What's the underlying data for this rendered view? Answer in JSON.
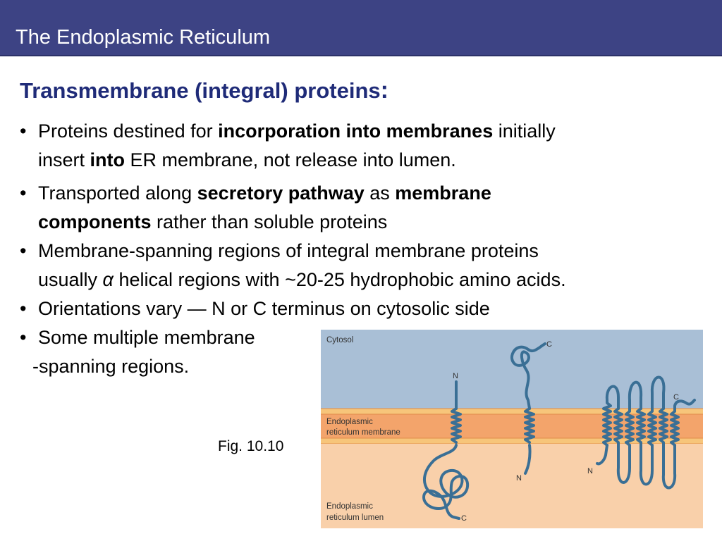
{
  "header": {
    "title": "The Endoplasmic Reticulum"
  },
  "slide": {
    "heading": "Transmembrane (integral) proteins",
    "heading_colon": ":",
    "bullet_symbol": "•",
    "bullets": [
      {
        "line1": [
          "Proteins destined for ",
          "incorporation into membranes",
          " initially"
        ],
        "line2": [
          "insert ",
          "into",
          " ER membrane, not release into lumen."
        ]
      },
      {
        "line1": [
          "Transported along ",
          "secretory pathway",
          " as ",
          "membrane"
        ],
        "line2": [
          "components",
          " rather than soluble proteins"
        ]
      },
      {
        "line1": "Membrane-spanning regions of integral membrane proteins",
        "line2": [
          "usually ",
          "α",
          " helical regions with ~20-25 hydrophobic amino acids."
        ]
      },
      {
        "line1": "Orientations vary — N or C terminus on cytosolic side"
      },
      {
        "line1": "Some multiple membrane",
        "line2": "-spanning regions."
      }
    ]
  },
  "figure": {
    "caption": "Fig. 10.10",
    "labels": {
      "cytosol": "Cytosol",
      "membrane_line1": "Endoplasmic",
      "membrane_line2": "reticulum membrane",
      "lumen_line1": "Endoplasmic",
      "lumen_line2": "reticulum lumen"
    },
    "termini": {
      "p1_top": "N",
      "p1_bottom": "C",
      "p2_top": "C",
      "p2_bottom": "N",
      "p3_top": "C",
      "p3_bottom": "N"
    },
    "colors": {
      "cytosol": "#a9bfd6",
      "membrane": "#f3a46b",
      "membrane_edge": "#f7c57a",
      "lumen": "#f9d0aa",
      "protein": "#3a6f95"
    }
  }
}
